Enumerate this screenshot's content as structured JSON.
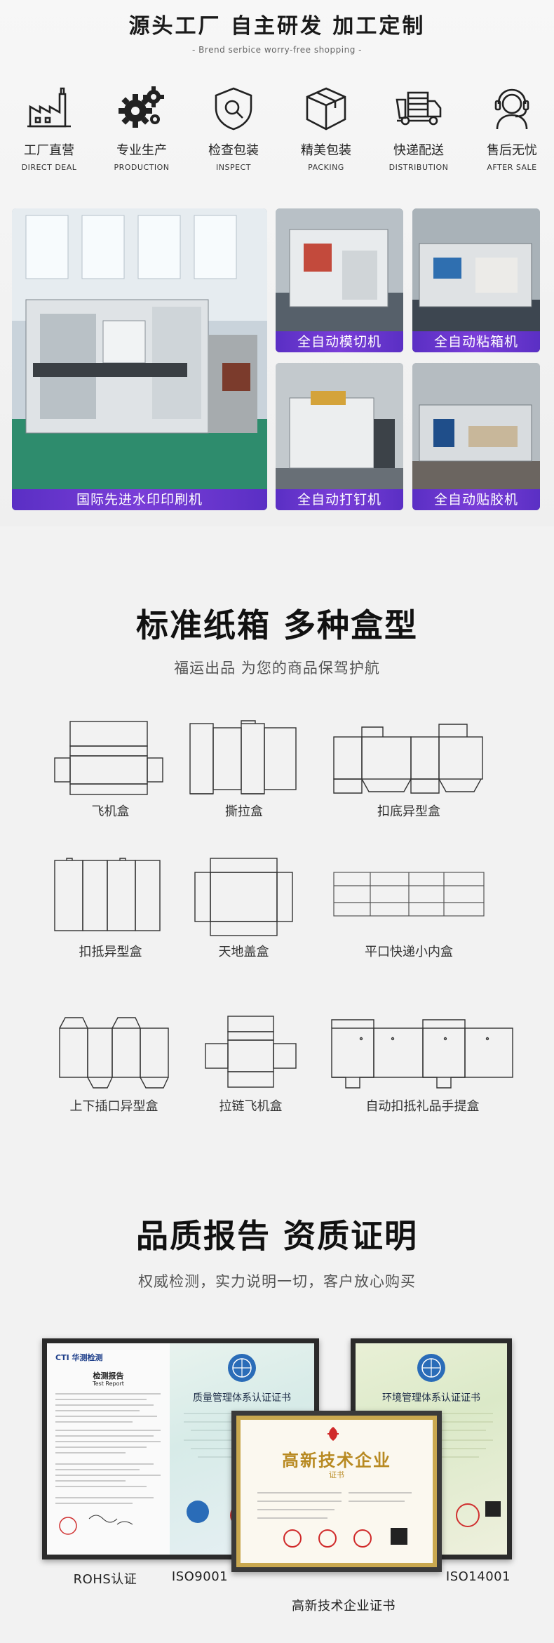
{
  "section1": {
    "title": "源头工厂  自主研发  加工定制",
    "subtitle": "- Brend serbice worry-free shopping -",
    "services": [
      {
        "icon": "factory-icon",
        "zh": "工厂直营",
        "en": "DIRECT DEAL"
      },
      {
        "icon": "gears-icon",
        "zh": "专业生产",
        "en": "PRODUCTION"
      },
      {
        "icon": "inspect-icon",
        "zh": "检查包装",
        "en": "INSPECT"
      },
      {
        "icon": "package-icon",
        "zh": "精美包装",
        "en": "PACKING"
      },
      {
        "icon": "truck-icon",
        "zh": "快递配送",
        "en": "DISTRIBUTION"
      },
      {
        "icon": "support-icon",
        "zh": "售后无忧",
        "en": "AFTER SALE"
      }
    ],
    "photos": {
      "big": "国际先进水印印刷机",
      "p1": "全自动模切机",
      "p2": "全自动粘箱机",
      "p3": "全自动打钉机",
      "p4": "全自动贴胶机"
    }
  },
  "section2": {
    "title": "标准纸箱  多种盒型",
    "subtitle": "福运出品  为您的商品保驾护航",
    "boxes": [
      "飞机盒",
      "撕拉盒",
      "扣底异型盒",
      "扣抵异型盒",
      "天地盖盒",
      "平口快递小内盒",
      "上下插口异型盒",
      "拉链飞机盒",
      "自动扣抵礼品手提盒"
    ]
  },
  "section3": {
    "title": "品质报告  资质证明",
    "subtitle": "权威检测，实力说明一切，客户放心购买",
    "certs": {
      "rohs_label": "ROHS认证",
      "iso9001_label": "ISO9001",
      "iso14001_label": "ISO14001",
      "hightech_label": "高新技术企业证书",
      "cti_logo": "CTI 华测检测",
      "test_report_zh": "检测报告",
      "test_report_en": "Test Report",
      "iso9001_title": "质量管理体系认证证书",
      "iso14001_title": "环境管理体系认证证书",
      "hightech_title": "高新技术企业",
      "hightech_sub": "证书"
    }
  }
}
